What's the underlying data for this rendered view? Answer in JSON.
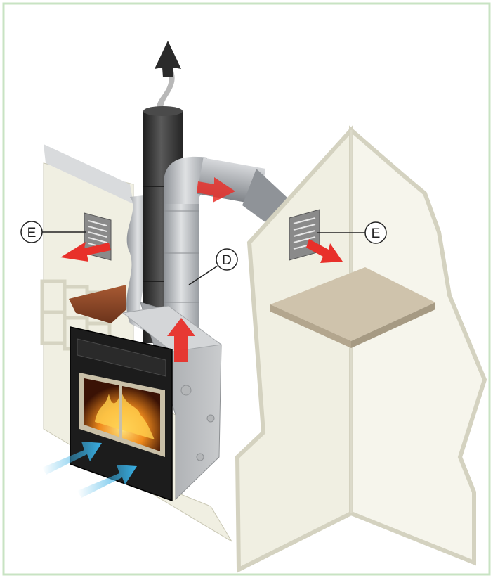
{
  "diagram": {
    "callouts": [
      {
        "id": "vent-left",
        "label": "E"
      },
      {
        "id": "heat-duct",
        "label": "D"
      },
      {
        "id": "vent-right",
        "label": "E"
      }
    ],
    "colors": {
      "frame": "#c8e3c3",
      "wall": "#f0efe2",
      "chimney_pipe": "#3a3a3a",
      "duct": "#b9bcc0",
      "warm_air_arrow": "#e8302a",
      "cool_air_arrow": "#39b0e5",
      "fire": "#f08a1c",
      "mantel": "#8f4a2a",
      "floor_board": "#cfc3ac"
    },
    "icons": [
      "smoke-exhaust-arrow",
      "warm-air-arrow",
      "cool-air-intake-arrow",
      "wall-vent-grille",
      "fire-flames"
    ]
  }
}
